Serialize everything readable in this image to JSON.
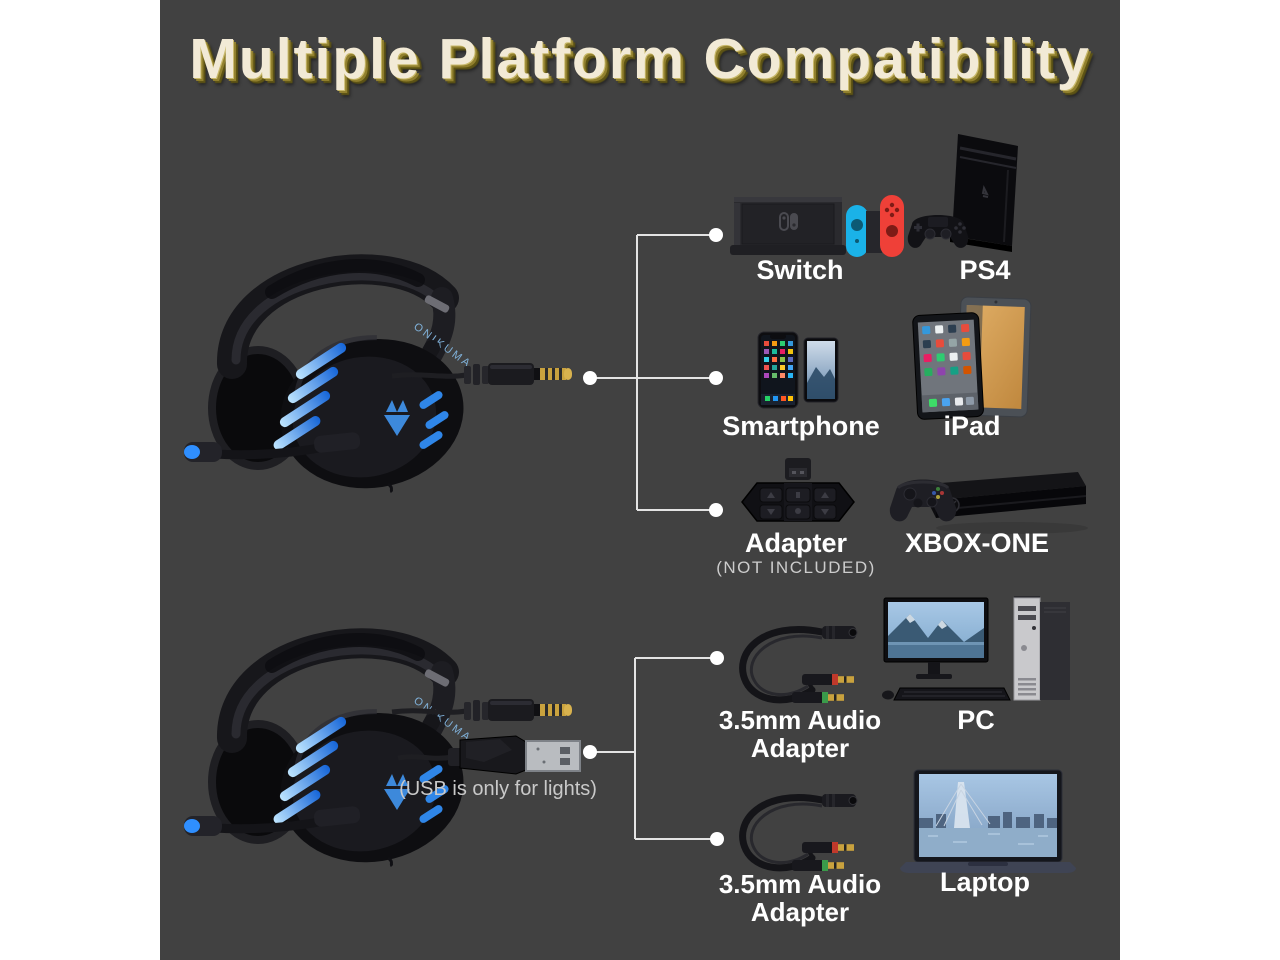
{
  "title": "Multiple Platform Compatibility",
  "headset": {
    "brand": "ONIKUMA"
  },
  "top": {
    "switch_label": "Switch",
    "ps4_label": "PS4",
    "smartphone_label": "Smartphone",
    "ipad_label": "iPad",
    "adapter_label": "Adapter",
    "adapter_note": "(NOT INCLUDED)",
    "xbox_label": "XBOX-ONE"
  },
  "bottom": {
    "audio_adapter_line1": "3.5mm Audio",
    "audio_adapter_line2": "Adapter",
    "pc_label": "PC",
    "laptop_label": "Laptop",
    "usb_note": "(USB is only for lights)"
  },
  "colors": {
    "background": "#414141",
    "side_border": "#ffffff",
    "connector_line": "#e3e3e3",
    "connector_dot": "#ffffff",
    "label_text": "#ffffff",
    "muted_text": "#cccccc",
    "title_fill": "#f2ead6",
    "title_shadow": "#91802e",
    "headset_led_blue": "#2f86e8",
    "joycon_blue": "#1ab2e8",
    "joycon_red": "#ef4038",
    "plug_gold": "#c9a23e"
  }
}
